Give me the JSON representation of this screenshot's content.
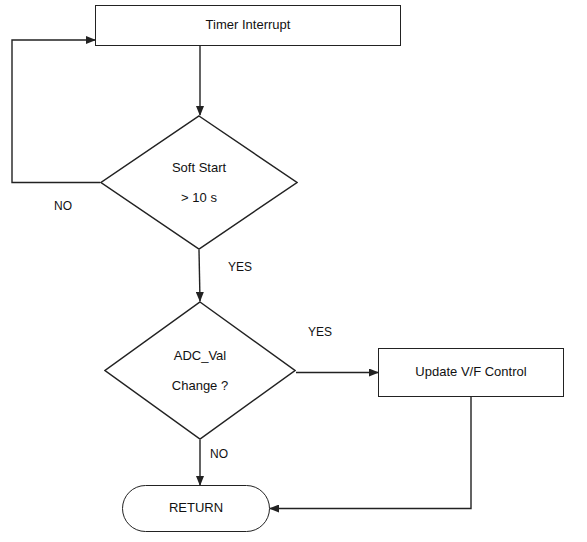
{
  "diagram": {
    "nodes": [
      {
        "text": [
          "Timer Interrupt"
        ]
      },
      {
        "text": [
          "Soft Start > 10 s"
        ]
      },
      {
        "text": [
          "ADC_Val Change ?"
        ]
      },
      {
        "text": [
          "Update V/F Control"
        ]
      },
      {
        "text": [
          "RETURN"
        ]
      }
    ],
    "edges": [
      {
        "from": 0,
        "to": 1,
        "arrow": "to"
      },
      {
        "from": 1,
        "to": 0,
        "label": "NO",
        "arrow": "to"
      },
      {
        "from": 1,
        "to": 2,
        "label": "YES",
        "arrow": "to"
      },
      {
        "from": 2,
        "to": 3,
        "label": "YES",
        "arrow": "to"
      },
      {
        "from": 2,
        "to": 4,
        "label": "NO",
        "arrow": "to"
      },
      {
        "from": 3,
        "to": 4,
        "arrow": "to"
      }
    ]
  }
}
